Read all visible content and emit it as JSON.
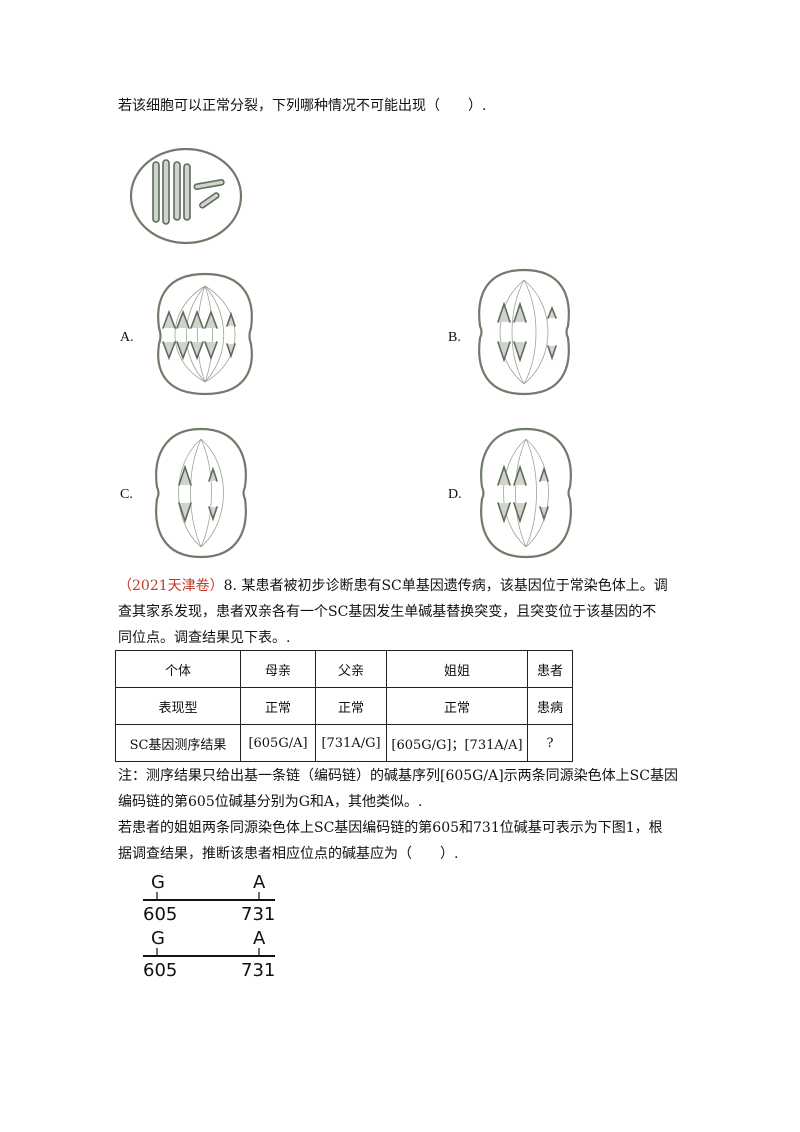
{
  "q7": {
    "stem": "若该细胞可以正常分裂，下列哪种情况不可能出现（　　）.",
    "options": [
      {
        "label": "A."
      },
      {
        "label": "B."
      },
      {
        "label": "C."
      },
      {
        "label": "D."
      }
    ]
  },
  "q8": {
    "source": "（2021天津卷）",
    "line1": "8. 某患者被初步诊断患有SC单基因遗传病，该基因位于常染色体上。调",
    "line2": "查其家系发现，患者双亲各有一个SC基因发生单碱基替换突变，且突变位于该基因的不",
    "line3": "同位点。调查结果见下表。.",
    "table": {
      "header": [
        "个体",
        "母亲",
        "父亲",
        "姐姐",
        "患者"
      ],
      "rows": [
        [
          "表现型",
          "正常",
          "正常",
          "正常",
          "患病"
        ],
        [
          "SC基因测序结果",
          "[605G/A]",
          "[731A/G]",
          "[605G/G]；[731A/A]",
          "?"
        ]
      ]
    },
    "note1": "注：测序结果只给出基一条链（编码链）的碱基序列[605G/A]示两条同源染色体上SC基因",
    "note2": "编码链的第605位碱基分别为G和A，其他类似。.",
    "para1": "若患者的姐姐两条同源染色体上SC基因编码链的第605和731位碱基可表示为下图1，根",
    "para2": "据调查结果，推断该患者相应位点的碱基应为（　　）.",
    "figure1": {
      "strands": [
        {
          "base605": "G",
          "base731": "A",
          "pos1": "605",
          "pos2": "731"
        },
        {
          "base605": "G",
          "base731": "A",
          "pos1": "605",
          "pos2": "731"
        }
      ]
    }
  }
}
